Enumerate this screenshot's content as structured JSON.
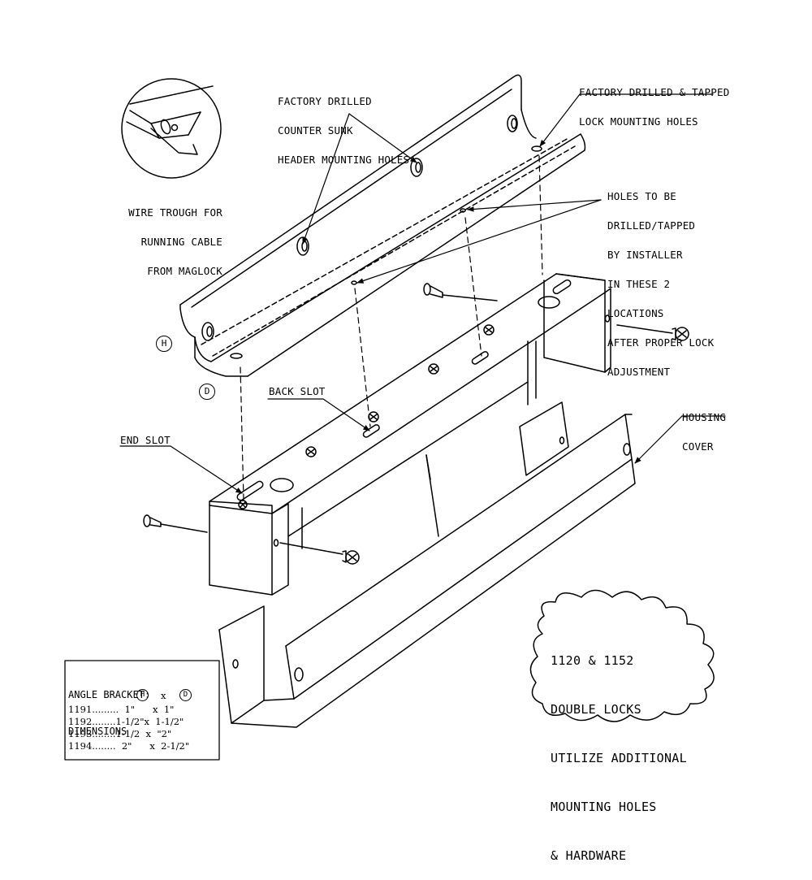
{
  "labels": {
    "header_holes": [
      "FACTORY DRILLED",
      "COUNTER SUNK",
      "HEADER MOUNTING HOLES"
    ],
    "lock_holes": [
      "FACTORY DRILLED & TAPPED",
      "LOCK MOUNTING HOLES"
    ],
    "installer_holes": [
      "HOLES TO BE",
      "DRILLED/TAPPED",
      "BY INSTALLER",
      "IN THESE 2",
      "LOCATIONS",
      "AFTER PROPER LOCK",
      "ADJUSTMENT"
    ],
    "wire_trough": [
      "WIRE TROUGH FOR",
      "RUNNING CABLE",
      "FROM MAGLOCK"
    ],
    "back_slot": "BACK SLOT",
    "end_slot": "END SLOT",
    "housing_cover": [
      "HOUSING",
      "COVER"
    ],
    "dim_h": "H",
    "dim_d": "D"
  },
  "cloud_note": [
    "1120 & 1152",
    "DOUBLE LOCKS",
    "UTILIZE ADDITIONAL",
    "MOUNTING HOLES",
    "& HARDWARE"
  ],
  "dimensions_table": {
    "title": [
      "ANGLE BRACKET:",
      "DIMENSIONS"
    ],
    "header_h": "H",
    "header_x": "x",
    "header_d": "D",
    "rows": [
      "1191.........  1\"      x  1\"",
      "1192........1-1/2\"x  1-1/2\"",
      "1193........1-1/2  x  \"2\"",
      "1194........  2\"      x  2-1/2\""
    ]
  }
}
